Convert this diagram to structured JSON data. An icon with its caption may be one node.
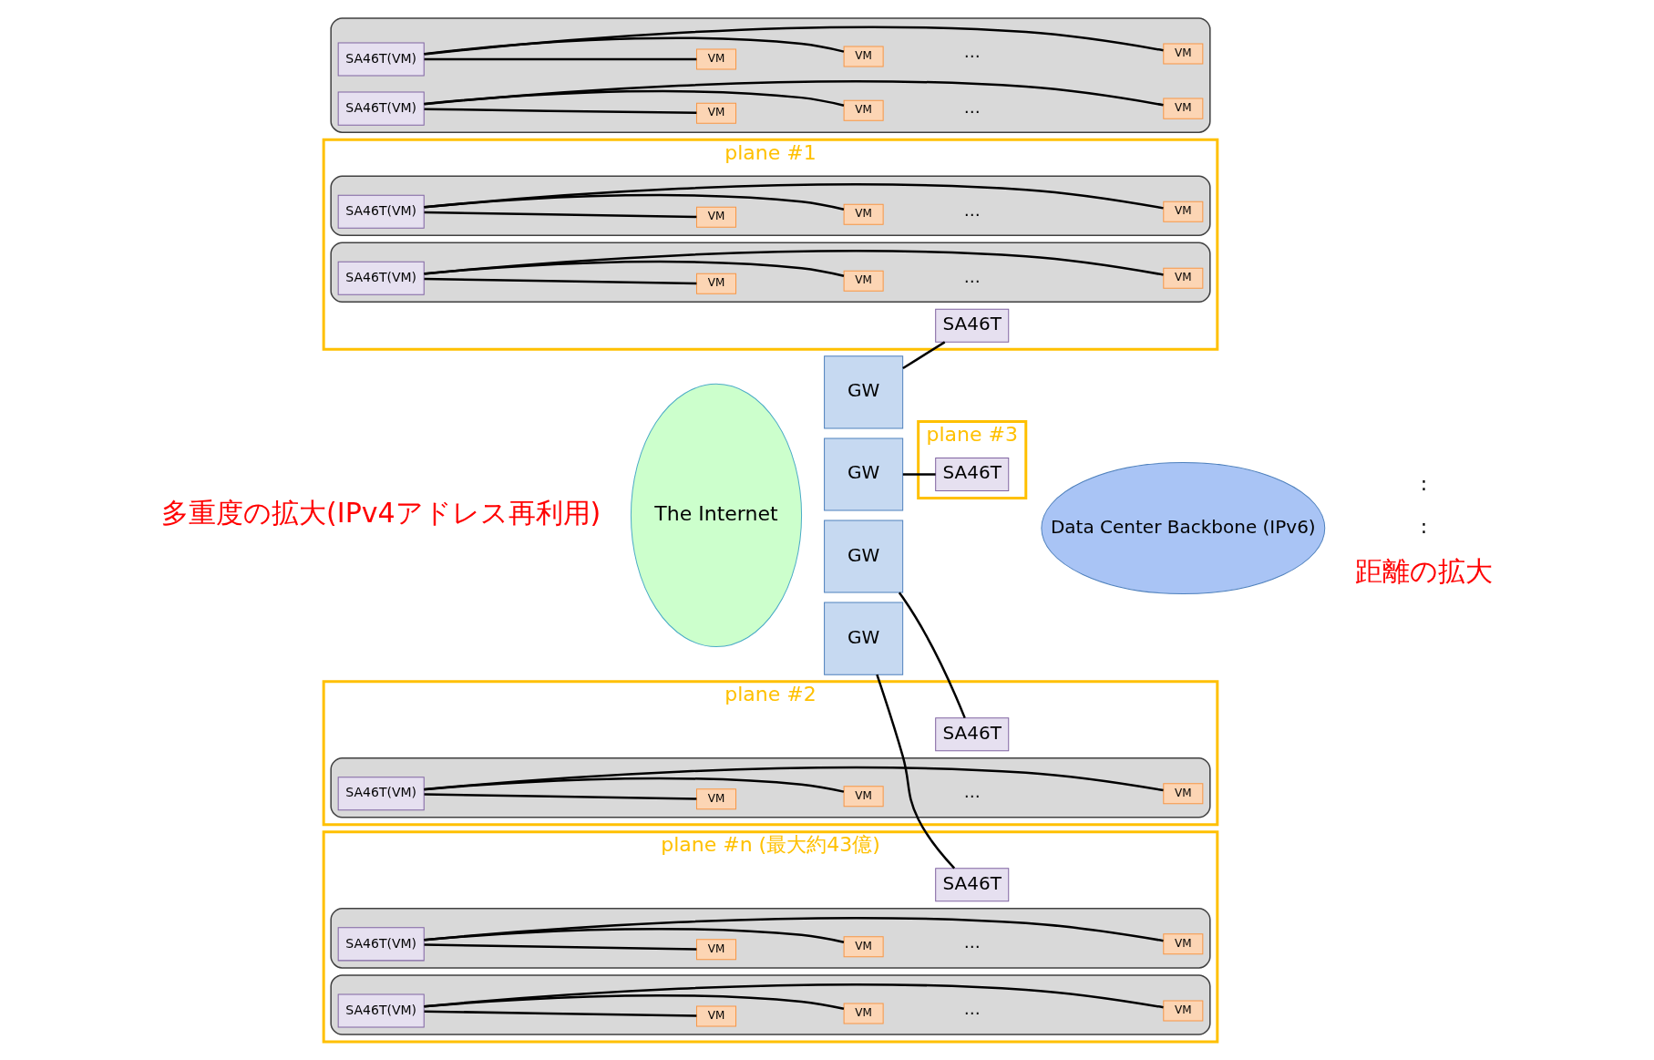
{
  "diagram": {
    "nodes": [
      {
        "text": [
          "The Internet"
        ]
      },
      {
        "text": [
          "Data Center Backbone (IPv6)"
        ]
      },
      {
        "text": [
          "plane #1"
        ]
      },
      {
        "text": [
          "GW"
        ]
      },
      {
        "text": [
          "SA46T"
        ],
        "in": 2
      },
      {
        "text": [],
        "shape": "box",
        "in": 2
      },
      {
        "text": [
          "SA46T(VM)"
        ],
        "in": 5
      },
      {
        "text": [
          "VM"
        ],
        "in": 5
      },
      {
        "text": [
          "VM"
        ],
        "in": 5
      },
      {
        "text": [
          "VM"
        ],
        "in": 5
      },
      {
        "text": [],
        "shape": "box",
        "in": 2
      },
      {
        "text": [
          "SA46T(VM)"
        ],
        "in": 10
      },
      {
        "text": [
          "VM"
        ],
        "in": 10
      },
      {
        "text": [
          "VM"
        ],
        "in": 10
      },
      {
        "text": [
          "VM"
        ],
        "in": 10
      },
      {
        "text": [
          "plane #2"
        ]
      },
      {
        "text": [
          "GW"
        ]
      },
      {
        "text": [
          "SA46T"
        ],
        "in": 15
      },
      {
        "text": [],
        "shape": "box",
        "in": 15
      },
      {
        "text": [
          "SA46T(VM)"
        ],
        "in": 18
      },
      {
        "text": [
          "VM"
        ],
        "in": 18
      },
      {
        "text": [
          "VM"
        ],
        "in": 18
      },
      {
        "text": [
          "VM"
        ],
        "in": 18
      },
      {
        "text": [],
        "shape": "box"
      },
      {
        "text": [
          "SA46T(VM)"
        ],
        "in": 23
      },
      {
        "text": [
          "VM"
        ],
        "in": 23
      },
      {
        "text": [
          "VM"
        ],
        "in": 23
      },
      {
        "text": [
          "VM"
        ],
        "in": 23
      },
      {
        "text": [
          "plane #3"
        ]
      },
      {
        "text": [
          "GW"
        ]
      },
      {
        "text": [
          "SA46T"
        ],
        "in": 28
      },
      {
        "text": [
          "SA46T(VM)"
        ],
        "in": 23
      },
      {
        "text": [
          "VM"
        ],
        "in": 23
      },
      {
        "text": [
          "VM"
        ],
        "in": 23
      },
      {
        "text": [
          "VM"
        ],
        "in": 23
      },
      {
        "text": [
          "plane #n (最大約43億)"
        ]
      },
      {
        "text": [
          "GW"
        ]
      },
      {
        "text": [
          "SA46T"
        ],
        "in": 35
      },
      {
        "text": [],
        "shape": "box",
        "in": 35
      },
      {
        "text": [
          "SA46T(VM)"
        ],
        "in": 38
      },
      {
        "text": [
          "VM"
        ],
        "in": 38
      },
      {
        "text": [
          "VM"
        ],
        "in": 38
      },
      {
        "text": [
          "VM"
        ],
        "in": 38
      },
      {
        "text": [],
        "shape": "box",
        "in": 35
      },
      {
        "text": [
          "SA46T(VM)"
        ],
        "in": 43
      },
      {
        "text": [
          "VM"
        ],
        "in": 43
      },
      {
        "text": [
          "VM"
        ],
        "in": 43
      },
      {
        "text": [
          "VM"
        ],
        "in": 43
      }
    ],
    "edges": [
      {
        "from": 3,
        "to": 4,
        "arrow": "none"
      },
      {
        "from": 6,
        "to": 7,
        "arrow": "none"
      },
      {
        "from": 6,
        "to": 8,
        "arrow": "none"
      },
      {
        "from": 6,
        "to": 9,
        "arrow": "none"
      },
      {
        "from": 11,
        "to": 12,
        "arrow": "none"
      },
      {
        "from": 11,
        "to": 13,
        "arrow": "none"
      },
      {
        "from": 11,
        "to": 14,
        "arrow": "none"
      },
      {
        "from": 16,
        "to": 17,
        "arrow": "none"
      },
      {
        "from": 19,
        "to": 20,
        "arrow": "none"
      },
      {
        "from": 19,
        "to": 21,
        "arrow": "none"
      },
      {
        "from": 19,
        "to": 22,
        "arrow": "none"
      },
      {
        "from": 24,
        "to": 25,
        "arrow": "none"
      },
      {
        "from": 24,
        "to": 26,
        "arrow": "none"
      },
      {
        "from": 24,
        "to": 27,
        "arrow": "none"
      },
      {
        "from": 29,
        "to": 30,
        "arrow": "none"
      },
      {
        "from": 31,
        "to": 32,
        "arrow": "none"
      },
      {
        "from": 31,
        "to": 33,
        "arrow": "none"
      },
      {
        "from": 31,
        "to": 34,
        "arrow": "none"
      },
      {
        "from": 36,
        "to": 37,
        "arrow": "none"
      },
      {
        "from": 39,
        "to": 40,
        "arrow": "none"
      },
      {
        "from": 39,
        "to": 41,
        "arrow": "none"
      },
      {
        "from": 39,
        "to": 42,
        "arrow": "none"
      },
      {
        "from": 44,
        "to": 45,
        "arrow": "none"
      },
      {
        "from": 44,
        "to": 46,
        "arrow": "none"
      },
      {
        "from": 44,
        "to": 47,
        "arrow": "none"
      }
    ],
    "labels": [
      "多重度の拡大(IPv4アドレス再利用)",
      "…",
      "…",
      "…",
      "…",
      "…",
      ":",
      ":",
      "…",
      "…",
      "距離の拡大"
    ]
  }
}
